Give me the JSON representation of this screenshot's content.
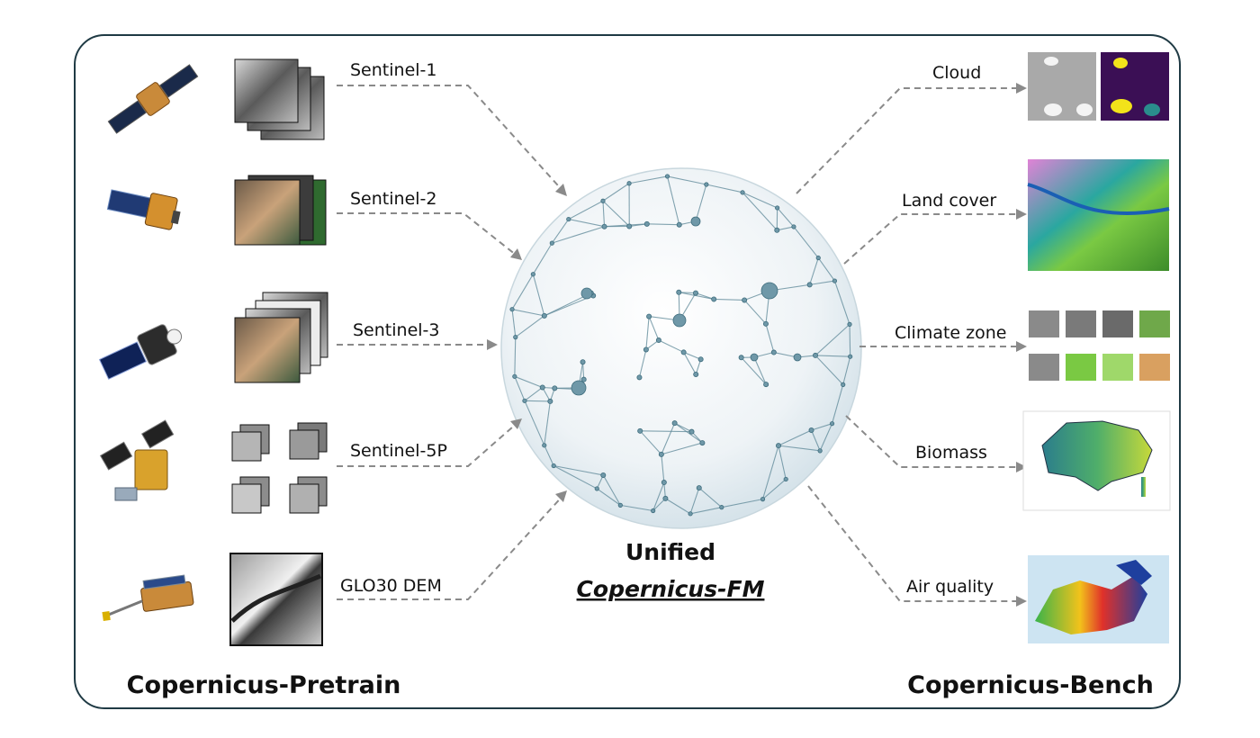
{
  "frame": {
    "title_left": "Copernicus-Pretrain",
    "title_right": "Copernicus-Bench"
  },
  "center": {
    "line1": "Unified",
    "line2": "Copernicus-FM"
  },
  "inputs": [
    {
      "label": "Sentinel-1",
      "icon": "satellite-icon"
    },
    {
      "label": "Sentinel-2",
      "icon": "satellite-icon"
    },
    {
      "label": "Sentinel-3",
      "icon": "satellite-icon"
    },
    {
      "label": "Sentinel-5P",
      "icon": "satellite-icon"
    },
    {
      "label": "GLO30 DEM",
      "icon": "satellite-icon"
    }
  ],
  "tasks": [
    {
      "label": "Cloud"
    },
    {
      "label": "Land cover"
    },
    {
      "label": "Climate zone"
    },
    {
      "label": "Biomass"
    },
    {
      "label": "Air quality"
    }
  ],
  "colors": {
    "border": "#1f3a44",
    "arrow": "#8a8a8a",
    "network": "#5c8797",
    "globe": "#e6eef2"
  }
}
